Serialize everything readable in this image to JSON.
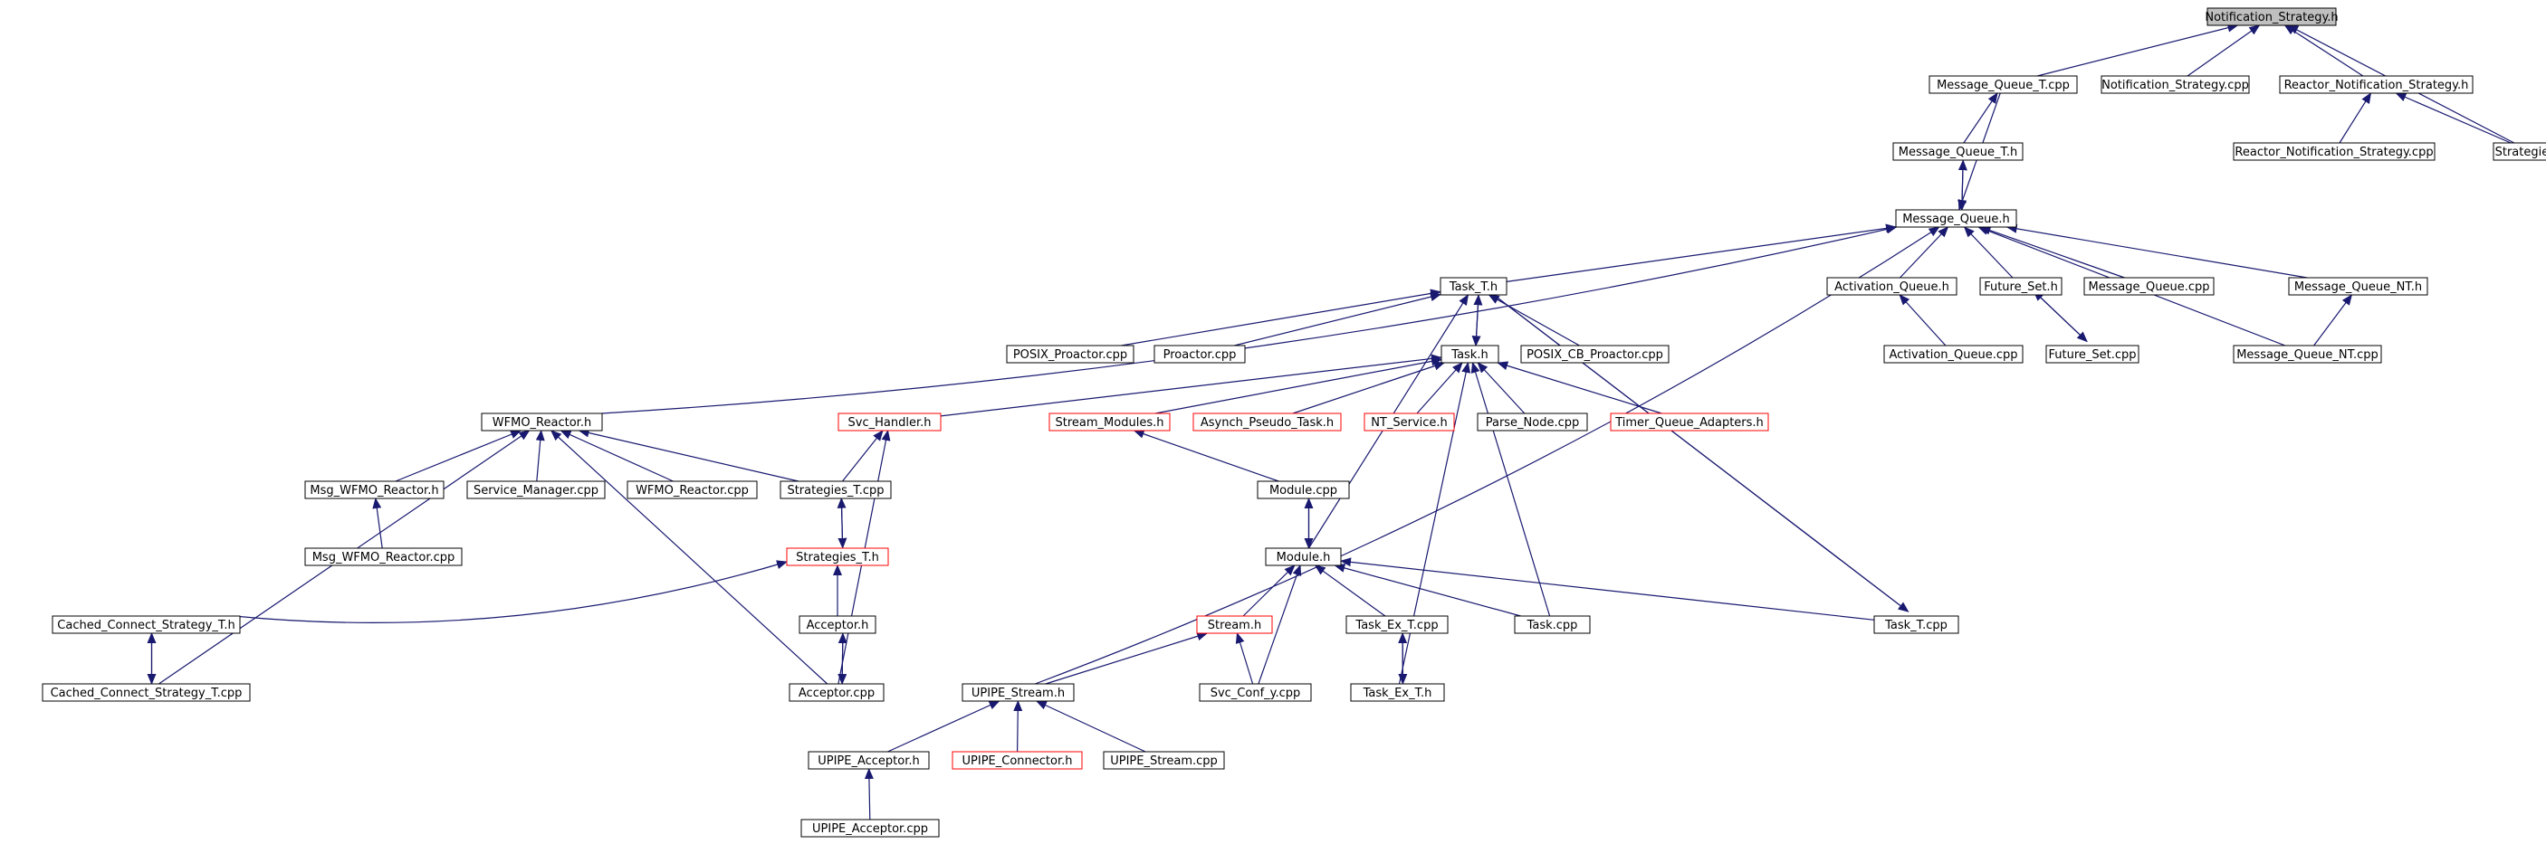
{
  "graph": {
    "nodes": [
      {
        "id": "notification_strategy_h",
        "label": "Notification_Strategy.h",
        "highlight": true
      },
      {
        "id": "message_queue_t_cpp",
        "label": "Message_Queue_T.cpp"
      },
      {
        "id": "notification_strategy_cpp",
        "label": "Notification_Strategy.cpp"
      },
      {
        "id": "reactor_notification_strategy_h",
        "label": "Reactor_Notification_Strategy.h"
      },
      {
        "id": "message_queue_t_h",
        "label": "Message_Queue_T.h"
      },
      {
        "id": "reactor_notification_strategy_cpp",
        "label": "Reactor_Notification_Strategy.cpp"
      },
      {
        "id": "strategies_h",
        "label": "Strategies.h"
      },
      {
        "id": "message_queue_h",
        "label": "Message_Queue.h"
      },
      {
        "id": "task_t_h",
        "label": "Task_T.h"
      },
      {
        "id": "activation_queue_h",
        "label": "Activation_Queue.h"
      },
      {
        "id": "future_set_h",
        "label": "Future_Set.h"
      },
      {
        "id": "message_queue_cpp",
        "label": "Message_Queue.cpp"
      },
      {
        "id": "message_queue_nt_h",
        "label": "Message_Queue_NT.h"
      },
      {
        "id": "posix_proactor_cpp",
        "label": "POSIX_Proactor.cpp"
      },
      {
        "id": "proactor_cpp",
        "label": "Proactor.cpp"
      },
      {
        "id": "task_h",
        "label": "Task.h"
      },
      {
        "id": "posix_cb_proactor_cpp",
        "label": "POSIX_CB_Proactor.cpp"
      },
      {
        "id": "activation_queue_cpp",
        "label": "Activation_Queue.cpp"
      },
      {
        "id": "future_set_cpp",
        "label": "Future_Set.cpp"
      },
      {
        "id": "message_queue_nt_cpp",
        "label": "Message_Queue_NT.cpp"
      },
      {
        "id": "wfmo_reactor_h",
        "label": "WFMO_Reactor.h"
      },
      {
        "id": "svc_handler_h",
        "label": "Svc_Handler.h",
        "truncated": true
      },
      {
        "id": "stream_modules_h",
        "label": "Stream_Modules.h",
        "truncated": true
      },
      {
        "id": "asynch_pseudo_task_h",
        "label": "Asynch_Pseudo_Task.h",
        "truncated": true
      },
      {
        "id": "nt_service_h",
        "label": "NT_Service.h",
        "truncated": true
      },
      {
        "id": "parse_node_cpp",
        "label": "Parse_Node.cpp"
      },
      {
        "id": "timer_queue_adapters_h",
        "label": "Timer_Queue_Adapters.h",
        "truncated": true
      },
      {
        "id": "msg_wfmo_reactor_h",
        "label": "Msg_WFMO_Reactor.h"
      },
      {
        "id": "service_manager_cpp",
        "label": "Service_Manager.cpp"
      },
      {
        "id": "wfmo_reactor_cpp",
        "label": "WFMO_Reactor.cpp"
      },
      {
        "id": "strategies_t_cpp",
        "label": "Strategies_T.cpp"
      },
      {
        "id": "module_cpp",
        "label": "Module.cpp"
      },
      {
        "id": "msg_wfmo_reactor_cpp",
        "label": "Msg_WFMO_Reactor.cpp"
      },
      {
        "id": "strategies_t_h",
        "label": "Strategies_T.h",
        "truncated": true
      },
      {
        "id": "module_h",
        "label": "Module.h"
      },
      {
        "id": "cached_connect_strategy_t_h",
        "label": "Cached_Connect_Strategy_T.h"
      },
      {
        "id": "acceptor_h",
        "label": "Acceptor.h"
      },
      {
        "id": "stream_h",
        "label": "Stream.h",
        "truncated": true
      },
      {
        "id": "task_ex_t_cpp",
        "label": "Task_Ex_T.cpp"
      },
      {
        "id": "task_cpp",
        "label": "Task.cpp"
      },
      {
        "id": "task_t_cpp",
        "label": "Task_T.cpp"
      },
      {
        "id": "cached_connect_strategy_t_cpp",
        "label": "Cached_Connect_Strategy_T.cpp"
      },
      {
        "id": "acceptor_cpp",
        "label": "Acceptor.cpp"
      },
      {
        "id": "upipe_stream_h",
        "label": "UPIPE_Stream.h"
      },
      {
        "id": "svc_conf_y_cpp",
        "label": "Svc_Conf_y.cpp"
      },
      {
        "id": "task_ex_t_h",
        "label": "Task_Ex_T.h"
      },
      {
        "id": "upipe_acceptor_h",
        "label": "UPIPE_Acceptor.h"
      },
      {
        "id": "upipe_connector_h",
        "label": "UPIPE_Connector.h",
        "truncated": true
      },
      {
        "id": "upipe_stream_cpp",
        "label": "UPIPE_Stream.cpp"
      },
      {
        "id": "upipe_acceptor_cpp",
        "label": "UPIPE_Acceptor.cpp"
      }
    ],
    "edges": [
      [
        "message_queue_t_cpp",
        "notification_strategy_h"
      ],
      [
        "notification_strategy_cpp",
        "notification_strategy_h"
      ],
      [
        "reactor_notification_strategy_h",
        "notification_strategy_h"
      ],
      [
        "strategies_h",
        "notification_strategy_h"
      ],
      [
        "message_queue_t_h",
        "message_queue_t_cpp"
      ],
      [
        "reactor_notification_strategy_cpp",
        "reactor_notification_strategy_h"
      ],
      [
        "strategies_h",
        "reactor_notification_strategy_h"
      ],
      [
        "message_queue_h",
        "message_queue_t_h"
      ],
      [
        "message_queue_t_h",
        "message_queue_h"
      ],
      [
        "message_queue_t_cpp",
        "message_queue_h"
      ],
      [
        "wfmo_reactor_h",
        "message_queue_h"
      ],
      [
        "task_t_h",
        "message_queue_h"
      ],
      [
        "upipe_stream_h",
        "message_queue_h"
      ],
      [
        "activation_queue_h",
        "message_queue_h"
      ],
      [
        "future_set_h",
        "message_queue_h"
      ],
      [
        "message_queue_cpp",
        "message_queue_h"
      ],
      [
        "message_queue_nt_h",
        "message_queue_h"
      ],
      [
        "message_queue_nt_cpp",
        "message_queue_h"
      ],
      [
        "posix_proactor_cpp",
        "task_t_h"
      ],
      [
        "proactor_cpp",
        "task_t_h"
      ],
      [
        "task_h",
        "task_t_h"
      ],
      [
        "task_t_h",
        "task_h"
      ],
      [
        "posix_cb_proactor_cpp",
        "task_t_h"
      ],
      [
        "module_h",
        "task_t_h"
      ],
      [
        "task_t_cpp",
        "task_t_h"
      ],
      [
        "task_t_h",
        "task_t_cpp"
      ],
      [
        "activation_queue_cpp",
        "activation_queue_h"
      ],
      [
        "future_set_cpp",
        "future_set_h"
      ],
      [
        "future_set_h",
        "future_set_cpp"
      ],
      [
        "message_queue_nt_cpp",
        "message_queue_nt_h"
      ],
      [
        "svc_handler_h",
        "task_h"
      ],
      [
        "stream_modules_h",
        "task_h"
      ],
      [
        "asynch_pseudo_task_h",
        "task_h"
      ],
      [
        "nt_service_h",
        "task_h"
      ],
      [
        "parse_node_cpp",
        "task_h"
      ],
      [
        "timer_queue_adapters_h",
        "task_h"
      ],
      [
        "task_cpp",
        "task_h"
      ],
      [
        "task_ex_t_h",
        "task_h"
      ],
      [
        "msg_wfmo_reactor_h",
        "wfmo_reactor_h"
      ],
      [
        "service_manager_cpp",
        "wfmo_reactor_h"
      ],
      [
        "wfmo_reactor_cpp",
        "wfmo_reactor_h"
      ],
      [
        "strategies_t_cpp",
        "wfmo_reactor_h"
      ],
      [
        "cached_connect_strategy_t_cpp",
        "wfmo_reactor_h"
      ],
      [
        "acceptor_cpp",
        "wfmo_reactor_h"
      ],
      [
        "strategies_t_cpp",
        "svc_handler_h"
      ],
      [
        "acceptor_cpp",
        "svc_handler_h"
      ],
      [
        "module_cpp",
        "stream_modules_h"
      ],
      [
        "msg_wfmo_reactor_cpp",
        "msg_wfmo_reactor_h"
      ],
      [
        "strategies_t_h",
        "strategies_t_cpp"
      ],
      [
        "strategies_t_cpp",
        "strategies_t_h"
      ],
      [
        "module_h",
        "module_cpp"
      ],
      [
        "module_cpp",
        "module_h"
      ],
      [
        "cached_connect_strategy_t_h",
        "strategies_t_h"
      ],
      [
        "acceptor_h",
        "strategies_t_h"
      ],
      [
        "stream_h",
        "module_h"
      ],
      [
        "svc_conf_y_cpp",
        "module_h"
      ],
      [
        "task_ex_t_cpp",
        "module_h"
      ],
      [
        "task_cpp",
        "module_h"
      ],
      [
        "task_t_cpp",
        "module_h"
      ],
      [
        "cached_connect_strategy_t_cpp",
        "cached_connect_strategy_t_h"
      ],
      [
        "cached_connect_strategy_t_h",
        "cached_connect_strategy_t_cpp"
      ],
      [
        "acceptor_cpp",
        "acceptor_h"
      ],
      [
        "acceptor_h",
        "acceptor_cpp"
      ],
      [
        "upipe_stream_h",
        "stream_h"
      ],
      [
        "svc_conf_y_cpp",
        "stream_h"
      ],
      [
        "task_ex_t_h",
        "task_ex_t_cpp"
      ],
      [
        "task_ex_t_cpp",
        "task_ex_t_h"
      ],
      [
        "upipe_acceptor_h",
        "upipe_stream_h"
      ],
      [
        "upipe_connector_h",
        "upipe_stream_h"
      ],
      [
        "upipe_stream_cpp",
        "upipe_stream_h"
      ],
      [
        "upipe_acceptor_cpp",
        "upipe_acceptor_h"
      ]
    ],
    "colors": {
      "edge": "#191970",
      "node_border": "#000000",
      "truncated_border": "#ff0000",
      "highlight_fill": "#bfbfbf",
      "background": "#ffffff"
    }
  }
}
